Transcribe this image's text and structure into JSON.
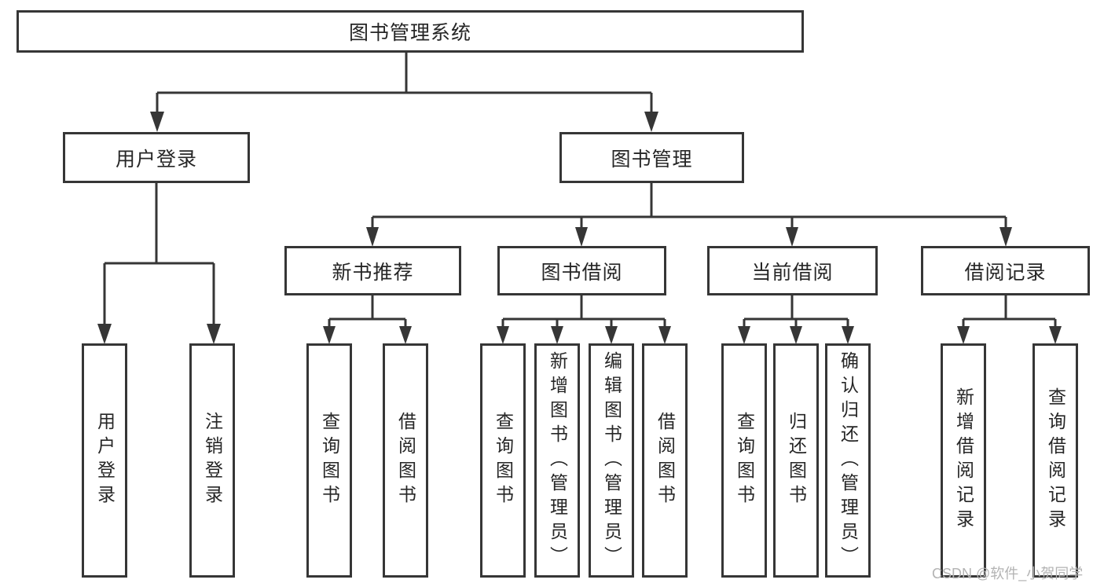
{
  "nodes": {
    "root": "图书管理系统",
    "user_login": "用户登录",
    "book_management": "图书管理",
    "new_books": "新书推荐",
    "book_borrowing": "图书借阅",
    "current_borrowing": "当前借阅",
    "borrowing_records": "借阅记录",
    "leaf_user_login": "用户登录",
    "leaf_logout": "注销登录",
    "leaf_nb_query_books": "查询图书",
    "leaf_nb_borrow_books": "借阅图书",
    "leaf_bb_query_books": "查询图书",
    "leaf_bb_add_books_admin": "新增图书（管理员）",
    "leaf_bb_edit_books_admin": "编辑图书（管理员）",
    "leaf_bb_borrow_books": "借阅图书",
    "leaf_cb_query_books": "查询图书",
    "leaf_cb_return_books": "归还图书",
    "leaf_cb_confirm_return_admin": "确认归还（管理员）",
    "leaf_br_add_record": "新增借阅记录",
    "leaf_br_query_record": "查询借阅记录"
  },
  "watermark": "CSDN @软件_小贺同学",
  "colors": {
    "line": "#363636",
    "text": "#262626",
    "watermark": "#b3b3b3",
    "background": "#ffffff"
  }
}
